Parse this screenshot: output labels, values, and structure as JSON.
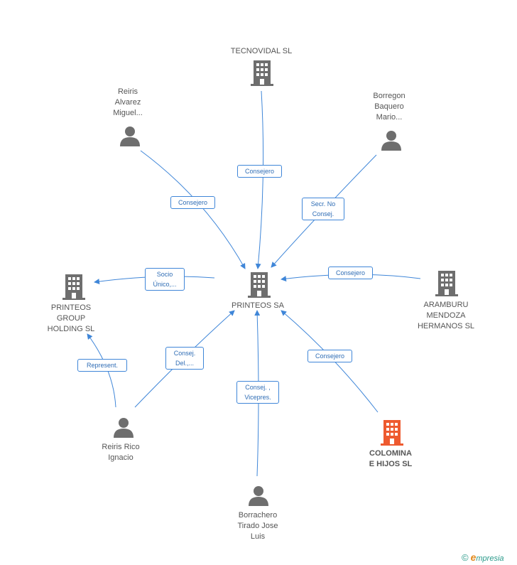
{
  "nodes": {
    "tecnovidal": {
      "label": "TECNOVIDAL  SL",
      "type": "company"
    },
    "reiris_alvarez": {
      "label": "Reiris\nAlvarez\nMiguel...",
      "type": "person"
    },
    "borregon": {
      "label": "Borregon\nBaquero\nMario...",
      "type": "person"
    },
    "printeos_sa": {
      "label": "PRINTEOS SA",
      "type": "company"
    },
    "printeos_group": {
      "label": "PRINTEOS\nGROUP\nHOLDING  SL",
      "type": "company"
    },
    "aramburu": {
      "label": "ARAMBURU\nMENDOZA\nHERMANOS  SL",
      "type": "company"
    },
    "colomina": {
      "label": "COLOMINA\nE HIJOS SL",
      "type": "company"
    },
    "reiris_rico": {
      "label": "Reiris Rico\nIgnacio",
      "type": "person"
    },
    "borrachero": {
      "label": "Borrachero\nTirado Jose\nLuis",
      "type": "person"
    }
  },
  "edges": {
    "tecnovidal": "Consejero",
    "reiris_alvarez": "Consejero",
    "borregon": "Secr.  No\nConsej.",
    "printeos_group": "Socio\nÚnico,...",
    "aramburu": "Consejero",
    "reiris_rico_printeos": "Consej.\nDel.,...",
    "reiris_rico_group": "Represent.",
    "borrachero": "Consej. ,\nVicepres.",
    "colomina": "Consejero"
  },
  "colors": {
    "edge": "#3f86d8",
    "icon": "#6e6e6e",
    "highlight": "#ee5a2f"
  },
  "footer": {
    "copyright": "©",
    "brand_initial": "e",
    "brand_rest": "mpresia"
  }
}
